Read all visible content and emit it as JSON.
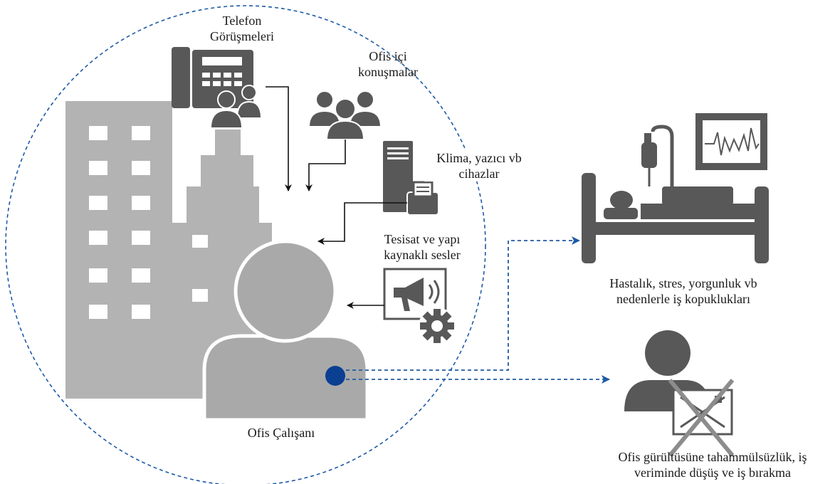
{
  "labels": {
    "phone_line1": "Telefon",
    "phone_line2": "Görüşmeleri",
    "talk_line1": "Ofis içi",
    "talk_line2": "konuşmalar",
    "devices_line1": "Klima, yazıcı vb",
    "devices_line2": "cihazlar",
    "building_line1": "Tesisat ve yapı",
    "building_line2": "kaynaklı sesler",
    "worker": "Ofis Çalışanı",
    "illness_line1": "Hastalık, stres, yorgunluk vb",
    "illness_line2": "nedenlerle iş kopuklukları",
    "quit_line1": "Ofis gürültüsüne tahammülsüzlük, iş",
    "quit_line2": "veriminde düşüş ve iş bırakma"
  },
  "icons": [
    "building-icon",
    "desk-phone-icon",
    "people-group-icon",
    "printer-server-icon",
    "megaphone-gear-icon",
    "office-worker-icon",
    "hospital-bed-icon",
    "heart-monitor-icon",
    "resign-person-icon"
  ],
  "colors": {
    "icon_dark": "#585858",
    "building": "#b3b3b3",
    "worker": "#a9a9a9",
    "accent_blue": "#1f5aa6",
    "marker": "#0b3f91",
    "cross": "#8c8c8c"
  }
}
